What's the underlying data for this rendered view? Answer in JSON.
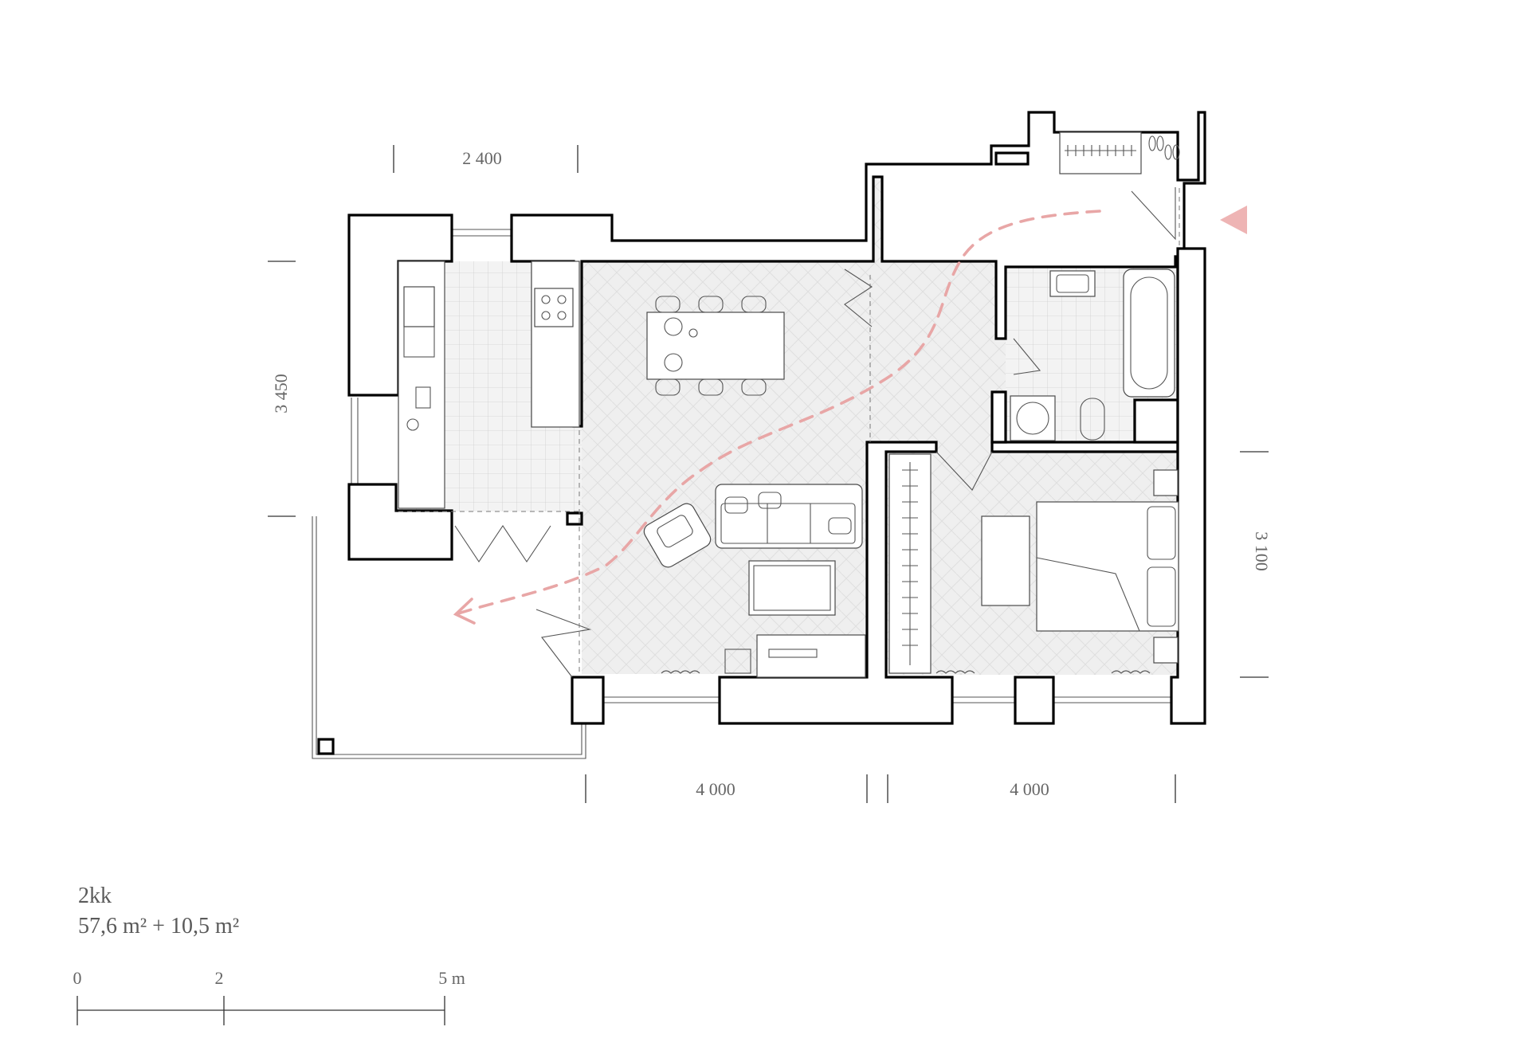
{
  "plan": {
    "unit_type": "2kk",
    "area": "57,6 m² + 10,5 m²",
    "dimensions": {
      "kitchen_width": "2 400",
      "kitchen_depth": "3 450",
      "living_width": "4 000",
      "bedroom_width": "4 000",
      "bedroom_depth": "3 100"
    },
    "scale": {
      "tick_0": "0",
      "tick_2": "2",
      "tick_5": "5 m"
    }
  },
  "colors": {
    "walls": "#000000",
    "floor": "#f0f0f0",
    "route": "#e8a6a6",
    "entry_arrow": "#eeb4b4",
    "dimension_text": "#666666"
  },
  "icons": [
    "entry-arrow-icon",
    "route-arrow-icon"
  ]
}
